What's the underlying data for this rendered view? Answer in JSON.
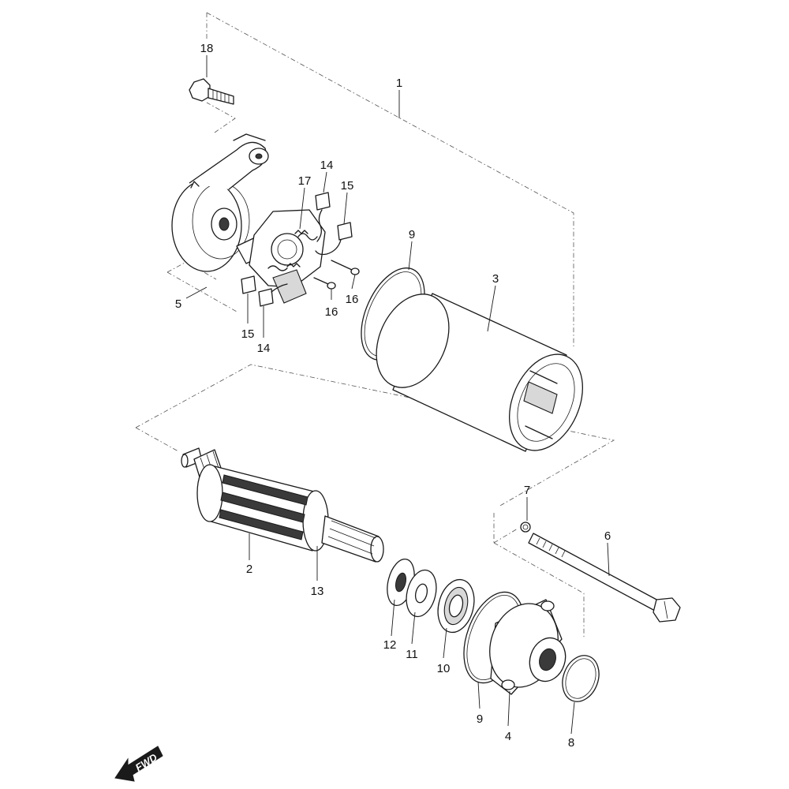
{
  "callouts": {
    "c18": "18",
    "c1": "1",
    "c14a": "14",
    "c17": "17",
    "c15a": "15",
    "c9a": "9",
    "c3": "3",
    "c5": "5",
    "c16a": "16",
    "c16b": "16",
    "c15b": "15",
    "c14b": "14",
    "c7": "7",
    "c6": "6",
    "c2": "2",
    "c13": "13",
    "c12": "12",
    "c11": "11",
    "c10": "10",
    "c9b": "9",
    "c4": "4",
    "c8": "8"
  },
  "direction_label": "FWD"
}
